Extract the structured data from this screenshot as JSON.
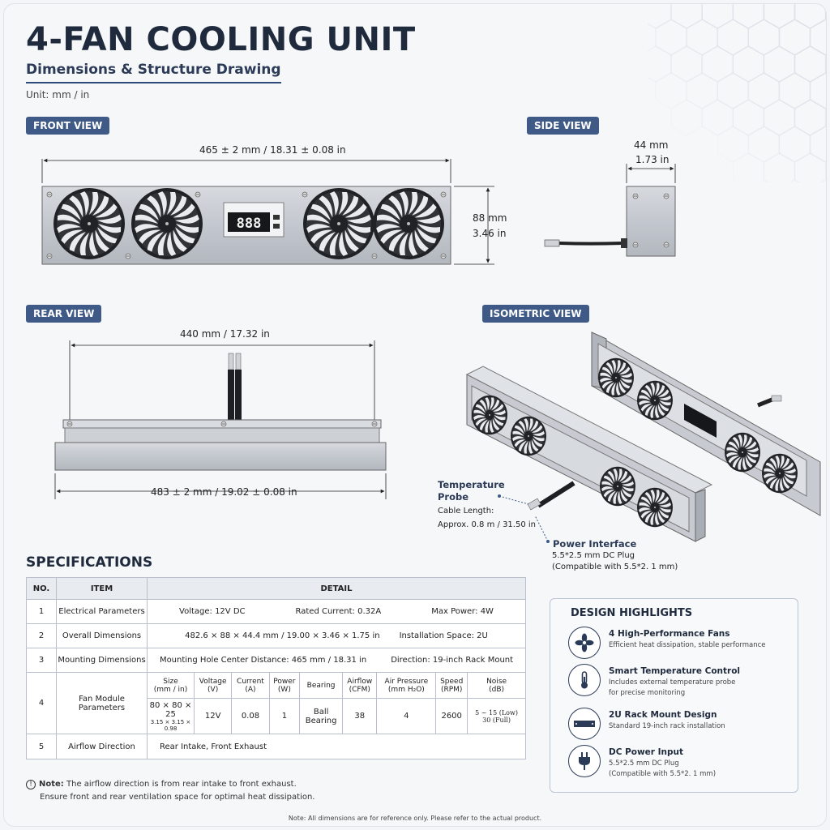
{
  "header": {
    "title": "4-FAN COOLING UNIT",
    "subtitle": "Dimensions & Structure Drawing",
    "unit": "Unit: mm / in"
  },
  "views": {
    "front": {
      "tag": "FRONT VIEW",
      "width": "465 ± 2 mm / 18.31 ± 0.08 in",
      "height_mm": "88 mm",
      "height_in": "3.46 in",
      "display": "888"
    },
    "side": {
      "tag": "SIDE VIEW",
      "depth_mm": "44 mm",
      "depth_in": "1.73 in"
    },
    "rear": {
      "tag": "REAR VIEW",
      "inner_width": "440 mm / 17.32 in",
      "outer_width": "483 ± 2 mm / 19.02 ± 0.08 in"
    },
    "iso": {
      "tag": "ISOMETRIC VIEW",
      "probe_title": "Temperature Probe",
      "probe_line1": "Cable Length:",
      "probe_line2": "Approx. 0.8 m / 31.50 in",
      "power_title": "Power Interface",
      "power_line1": "5.5*2.5 mm DC Plug",
      "power_line2": "(Compatible with 5.5*2. 1 mm)"
    }
  },
  "specs": {
    "title": "SPECIFICATIONS",
    "headers": {
      "no": "NO.",
      "item": "ITEM",
      "detail": "DETAIL"
    },
    "rows": [
      {
        "no": "1",
        "item": "Electrical Parameters",
        "details": [
          "Voltage:  12V DC",
          "Rated Current: 0.32A",
          "Max Power:  4W"
        ]
      },
      {
        "no": "2",
        "item": "Overall Dimensions",
        "details": [
          "482.6 × 88 × 44.4 mm / 19.00 × 3.46 × 1.75 in",
          "Installation Space:  2U"
        ]
      },
      {
        "no": "3",
        "item": "Mounting Dimensions",
        "details": [
          "Mounting Hole Center Distance: 465 mm / 18.31 in",
          "Direction:  19-inch Rack Mount"
        ]
      },
      {
        "no": "5",
        "item": "Airflow Direction",
        "details": [
          "Rear Intake, Front Exhaust"
        ]
      }
    ],
    "fan": {
      "no": "4",
      "item": "Fan Module Parameters",
      "cols": [
        {
          "h1": "Size",
          "h2": "(mm / in)",
          "v1": "80 × 80 × 25",
          "v2": "3.15 × 3.15 × 0.98"
        },
        {
          "h1": "Voltage",
          "h2": "(V)",
          "v1": "12V",
          "v2": ""
        },
        {
          "h1": "Current",
          "h2": "(A)",
          "v1": "0.08",
          "v2": ""
        },
        {
          "h1": "Power",
          "h2": "(W)",
          "v1": "1",
          "v2": ""
        },
        {
          "h1": "Bearing",
          "h2": "",
          "v1": "Ball",
          "v2": "Bearing"
        },
        {
          "h1": "Airflow",
          "h2": "(CFM)",
          "v1": "38",
          "v2": ""
        },
        {
          "h1": "Air Pressure",
          "h2": "(mm H₂O)",
          "v1": "4",
          "v2": ""
        },
        {
          "h1": "Speed",
          "h2": "(RPM)",
          "v1": "2600",
          "v2": ""
        },
        {
          "h1": "Noise",
          "h2": "(dB)",
          "v1": "5 ~ 15 (Low)",
          "v2": "30 (Full)"
        }
      ]
    }
  },
  "note": {
    "label": "Note:",
    "line1": " The airflow direction is from rear intake to front exhaust.",
    "line2": "Ensure front and rear ventilation space for optimal heat dissipation."
  },
  "footer": "Note: All dimensions are for reference only. Please refer to the actual product.",
  "highlights": {
    "title": "DESIGN HIGHLIGHTS",
    "items": [
      {
        "icon": "fan-icon",
        "title": "4 High-Performance Fans",
        "desc1": "Efficient heat dissipation, stable performance",
        "desc2": ""
      },
      {
        "icon": "thermometer-icon",
        "title": "Smart Temperature Control",
        "desc1": "Includes external temperature probe",
        "desc2": "for precise monitoring"
      },
      {
        "icon": "rack-icon",
        "title": "2U Rack Mount Design",
        "desc1": "Standard 19-inch rack installation",
        "desc2": ""
      },
      {
        "icon": "plug-icon",
        "title": "DC Power Input",
        "desc1": "5.5*2.5 mm DC Plug",
        "desc2": "(Compatible with 5.5*2. 1 mm)"
      }
    ]
  }
}
